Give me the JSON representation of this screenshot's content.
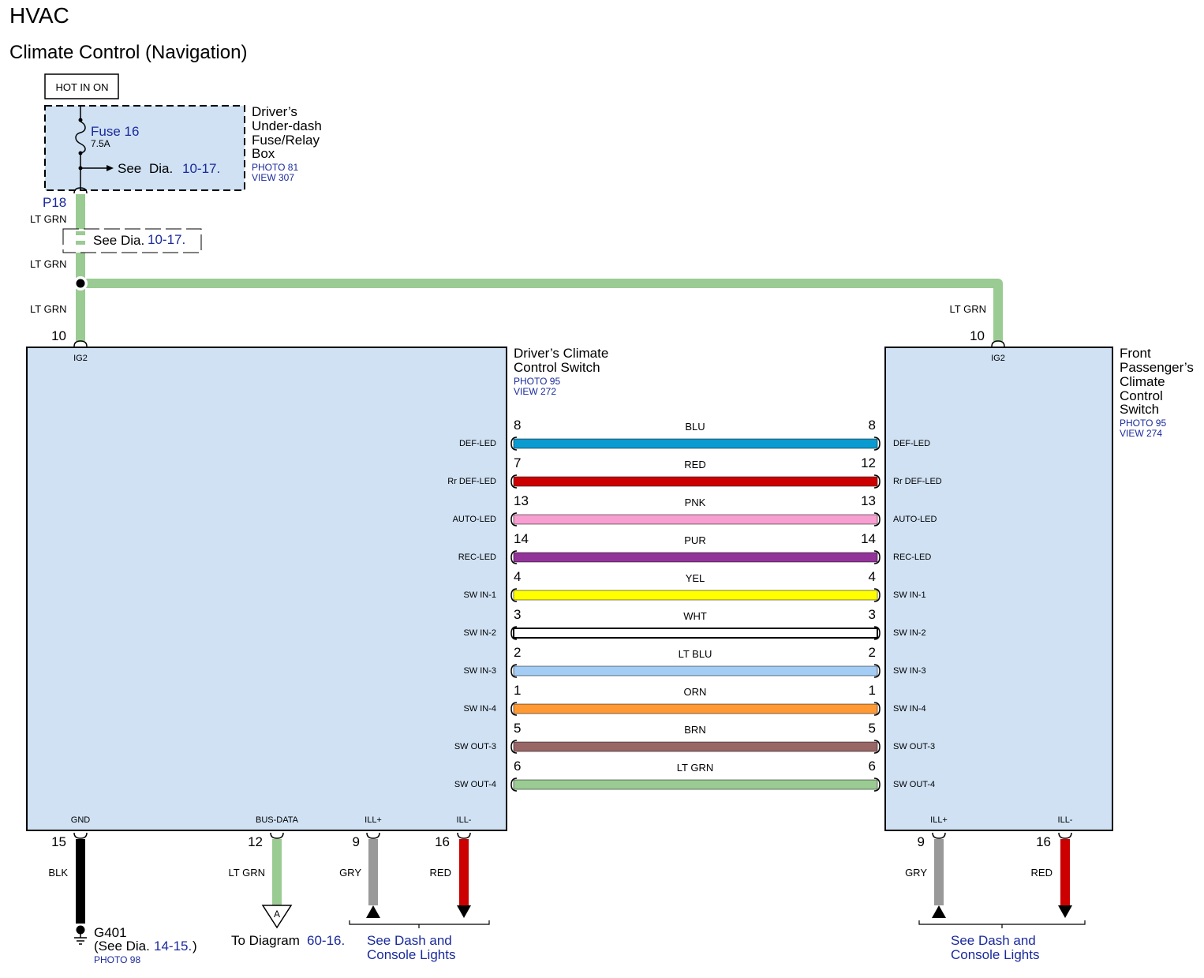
{
  "title": "HVAC",
  "subtitle": "Climate Control (Navigation)",
  "colors": {
    "box_fill": "#cfe1f3",
    "link_blue": "#1a2a9c"
  },
  "power": {
    "hot_label": "HOT IN ON",
    "fuse_name": "Fuse 16",
    "fuse_rating": "7.5A",
    "see_prefix": "See",
    "see_dia_word": "Dia.",
    "see_ref": "10-17.",
    "box_title_lines": [
      "Driver’s",
      "Under-dash",
      "Fuse/Relay",
      "Box"
    ],
    "photo": "PHOTO 81",
    "view": "VIEW 307",
    "connector": "P18"
  },
  "splice": {
    "see_text": "See Dia.",
    "see_ref": "10-17."
  },
  "feed_wires": [
    {
      "label": "LT GRN",
      "color": "#9acb92"
    },
    {
      "label": "LT GRN",
      "color": "#9acb92"
    },
    {
      "label": "LT GRN",
      "color": "#9acb92"
    },
    {
      "label": "LT GRN",
      "color": "#9acb92"
    }
  ],
  "driver_switch": {
    "title_lines": [
      "Driver’s Climate",
      "Control Switch"
    ],
    "photo": "PHOTO 95",
    "view": "VIEW 272",
    "ig2_pin": "10",
    "ig2_label": "IG2"
  },
  "passenger_switch": {
    "title_lines": [
      "Front",
      "Passenger’s",
      "Climate",
      "Control",
      "Switch"
    ],
    "photo": "PHOTO 95",
    "view": "VIEW 274",
    "ig2_pin": "10",
    "ig2_label": "IG2"
  },
  "link_wires": [
    {
      "left_pin": "8",
      "right_pin": "8",
      "signal": "DEF-LED",
      "wire": "BLU",
      "color": "#0a9bd0"
    },
    {
      "left_pin": "7",
      "right_pin": "12",
      "signal": "Rr DEF-LED",
      "wire": "RED",
      "color": "#cc0000"
    },
    {
      "left_pin": "13",
      "right_pin": "13",
      "signal": "AUTO-LED",
      "wire": "PNK",
      "color": "#f79fd0"
    },
    {
      "left_pin": "14",
      "right_pin": "14",
      "signal": "REC-LED",
      "wire": "PUR",
      "color": "#923399"
    },
    {
      "left_pin": "4",
      "right_pin": "4",
      "signal": "SW IN-1",
      "wire": "YEL",
      "color": "#ffff00"
    },
    {
      "left_pin": "3",
      "right_pin": "3",
      "signal": "SW IN-2",
      "wire": "WHT",
      "color": "#ffffff"
    },
    {
      "left_pin": "2",
      "right_pin": "2",
      "signal": "SW IN-3",
      "wire": "LT BLU",
      "color": "#a3cdf5"
    },
    {
      "left_pin": "1",
      "right_pin": "1",
      "signal": "SW IN-4",
      "wire": "ORN",
      "color": "#ff9933"
    },
    {
      "left_pin": "5",
      "right_pin": "5",
      "signal": "SW OUT-3",
      "wire": "BRN",
      "color": "#996666"
    },
    {
      "left_pin": "6",
      "right_pin": "6",
      "signal": "SW OUT-4",
      "wire": "LT GRN",
      "color": "#9acb92"
    }
  ],
  "driver_bottom": [
    {
      "pin": "15",
      "signal": "GND",
      "wire": "BLK",
      "color": "#000000"
    },
    {
      "pin": "12",
      "signal": "BUS-DATA",
      "wire": "LT GRN",
      "color": "#9acb92"
    },
    {
      "pin": "9",
      "signal": "ILL+",
      "wire": "GRY",
      "color": "#999999"
    },
    {
      "pin": "16",
      "signal": "ILL-",
      "wire": "RED",
      "color": "#cc0000"
    }
  ],
  "passenger_bottom": [
    {
      "pin": "9",
      "signal": "ILL+",
      "wire": "GRY",
      "color": "#999999"
    },
    {
      "pin": "16",
      "signal": "ILL-",
      "wire": "RED",
      "color": "#cc0000"
    }
  ],
  "ground": {
    "name": "G401",
    "see_prefix": "(See Dia.",
    "see_ref": "14-15.",
    "see_suffix": ")",
    "photo": "PHOTO 98"
  },
  "bus_connector": {
    "letter": "A",
    "to_text": "To Diagram",
    "to_ref": "60-16."
  },
  "dash_lights_left": [
    "See Dash and",
    "Console Lights"
  ],
  "dash_lights_right": [
    "See Dash and",
    "Console Lights"
  ]
}
